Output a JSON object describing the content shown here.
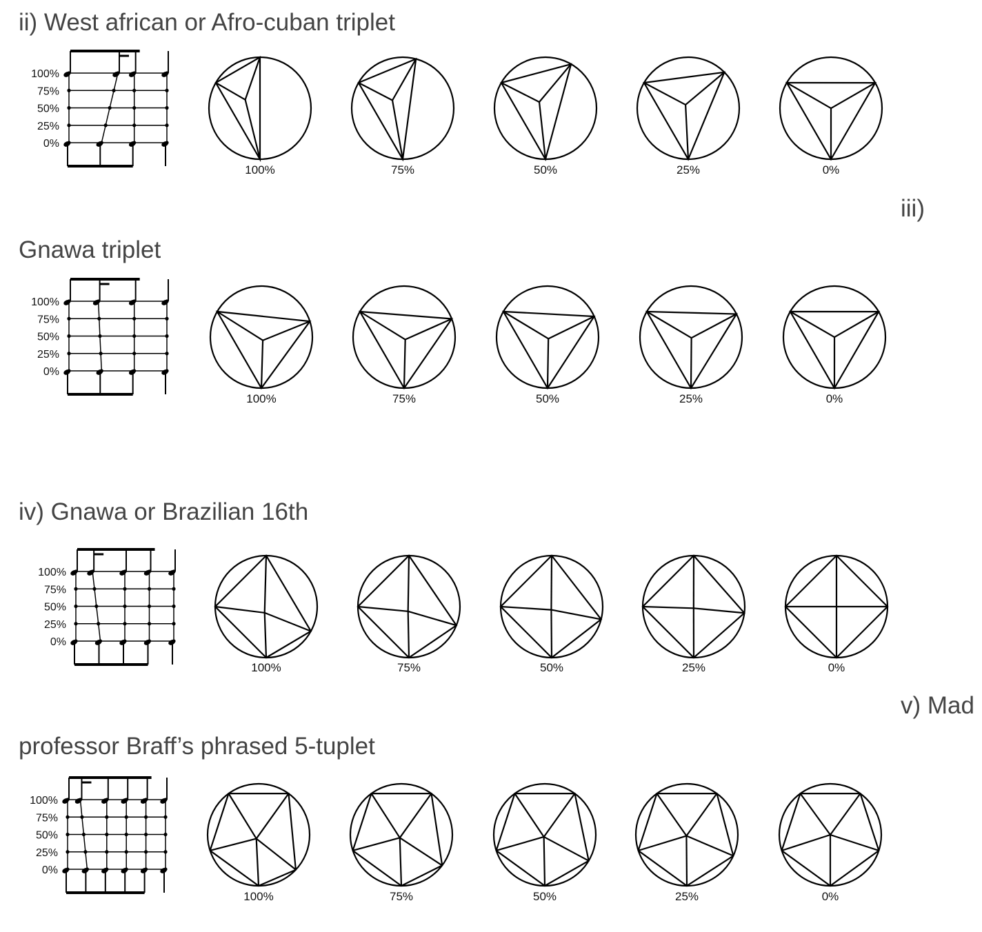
{
  "headings": {
    "ii": "ii) West african or Afro-cuban triplet",
    "iii_marker": "iii)",
    "iii": "Gnawa triplet",
    "iv": "iv) Gnawa or Brazilian 16th",
    "v_marker": "v) Mad",
    "v": "professor Braff’s phrased 5-tuplet"
  },
  "notation_axis_labels": [
    "100%",
    "75%",
    "50%",
    "25%",
    "0%"
  ],
  "circle_captions": [
    "100%",
    "75%",
    "50%",
    "25%",
    "0%"
  ],
  "rows": [
    {
      "id": "ii",
      "pulses": 3,
      "shifted_pulse": 1,
      "shift_from": 0.5,
      "shift_to": 0.333,
      "line_color": "#000000"
    },
    {
      "id": "iii",
      "pulses": 3,
      "shifted_pulse": 1,
      "shift_from": 0.3,
      "shift_to": 0.333,
      "line_color": "#000000"
    },
    {
      "id": "iv",
      "pulses": 4,
      "shifted_pulse": 1,
      "shift_from": 0.17,
      "shift_to": 0.25,
      "line_color": "#000000"
    },
    {
      "id": "v",
      "pulses": 5,
      "shifted_pulse": 1,
      "shift_from": 0.13,
      "shift_to": 0.2,
      "line_color": "#000000"
    }
  ]
}
